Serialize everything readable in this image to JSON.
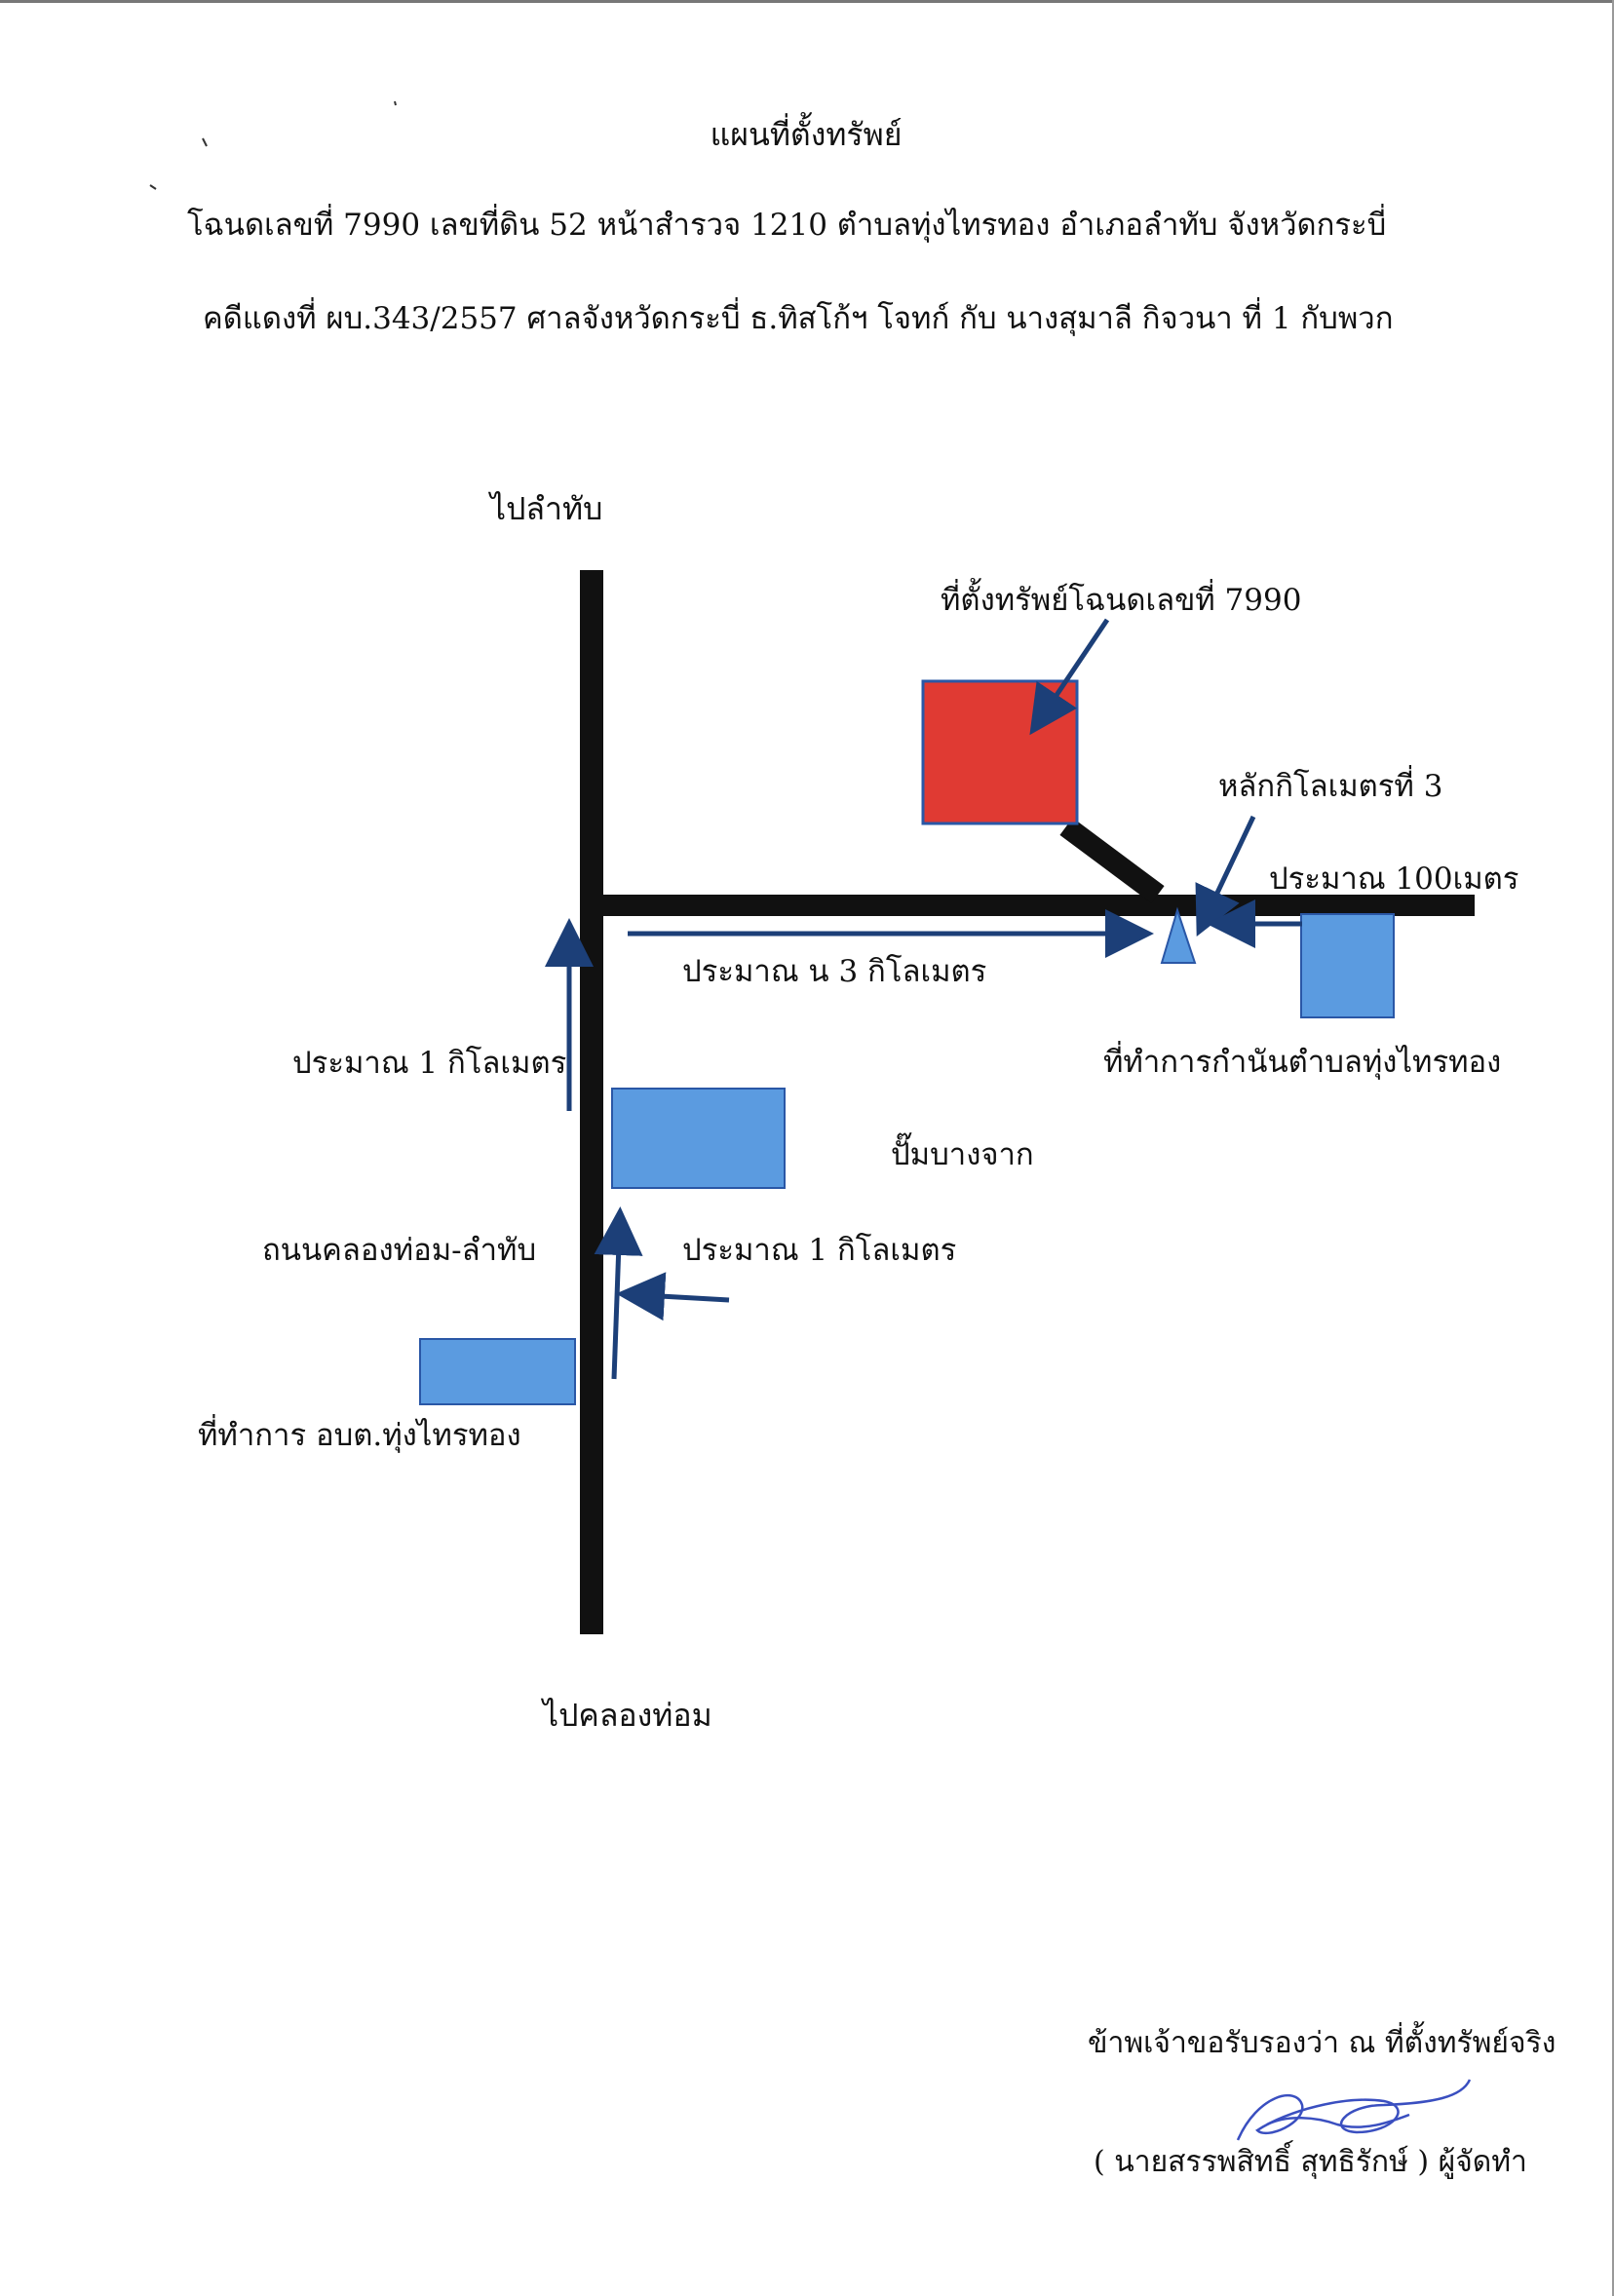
{
  "document": {
    "title": "แผนที่ตั้งทรัพย์",
    "deed_line": "โฉนดเลขที่  7990  เลขที่ดิน 52  หน้าสำรวจ  1210   ตำบลทุ่งไทรทอง  อำเภอลำทับ  จังหวัดกระบี่",
    "case_line": "คดีแดงที่ ผบ.343/2557 ศาลจังหวัดกระบี่ ธ.ทิสโก้ฯ  โจทก์ กับ นางสุมาลี  กิจวนา  ที่ 1 กับพวก"
  },
  "map": {
    "to_north": "ไปลำทับ",
    "to_south": "ไปคลองท่อม",
    "property_label": "ที่ตั้งทรัพย์โฉนดเลขที่ 7990",
    "km_marker": "หลักกิโลเมตรที่ 3",
    "approx_100m": "ประมาณ 100เมตร",
    "approx_3km": "ประมาณ น 3 กิโลเมตร",
    "approx_1km_vertical": "ประมาณ 1 กิโลเมตร",
    "approx_1km_lower": "ประมาณ 1 กิโลเมตร",
    "kamnan_office": "ที่ทำการกำนันตำบลทุ่งไทรทอง",
    "gas_station": "ปั๊มบางจาก",
    "road_name": "ถนนคลองท่อม-ลำทับ",
    "tao_office": "ที่ทำการ อบต.ทุ่งไทรทอง"
  },
  "certification": {
    "statement": "ข้าพเจ้าขอรับรองว่า ณ ที่ตั้งทรัพย์จริง",
    "signer": "( นายสรรพสิทธิ์  สุทธิรักษ์ )  ผู้จัดทำ"
  },
  "colors": {
    "road": "#111111",
    "property": "#e03a33",
    "landmark": "#5b9be0",
    "arrow": "#1c3f78"
  }
}
